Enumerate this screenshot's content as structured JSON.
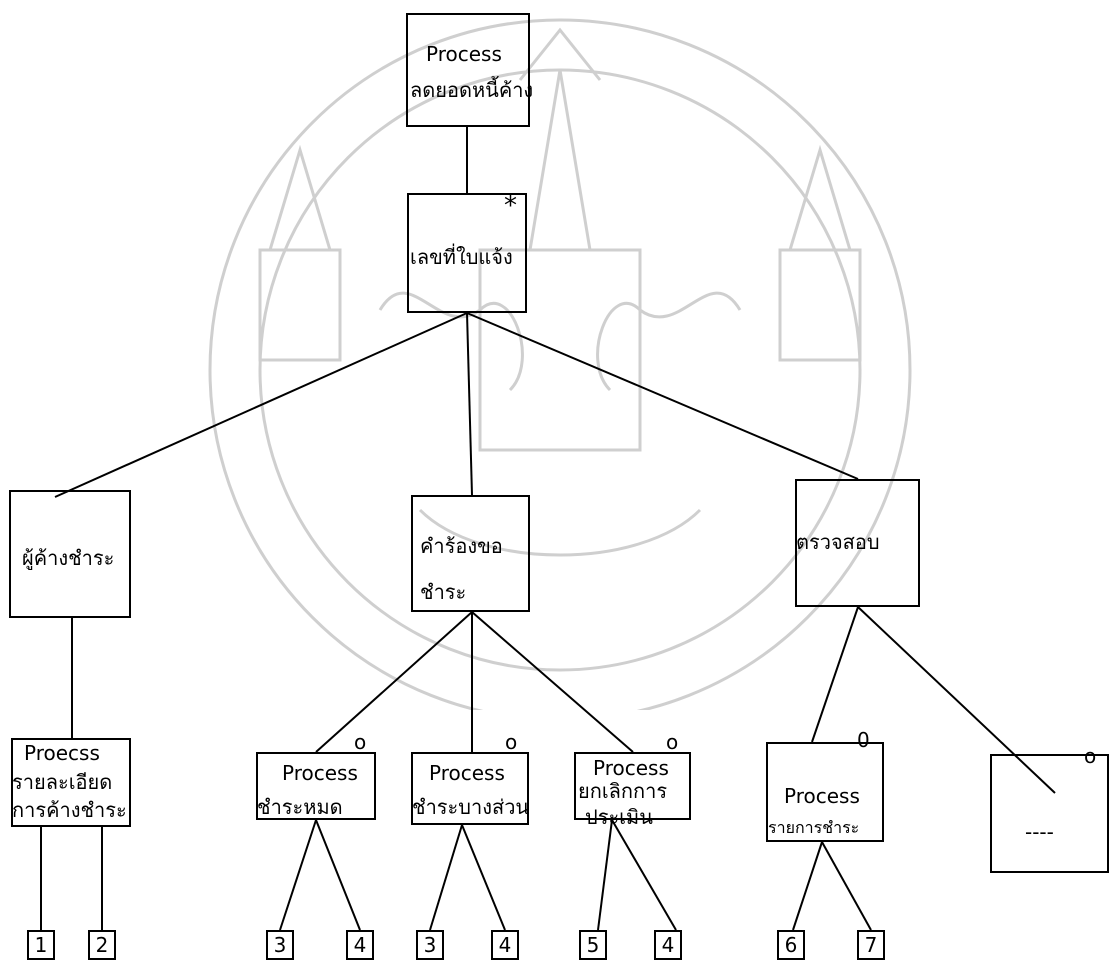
{
  "root": {
    "line1": "Process",
    "line2": "ลดยอดหนี้ค้าง"
  },
  "level1": {
    "label": "เลขที่ใบแจ้ง",
    "marker": "*"
  },
  "level2": {
    "left": {
      "label": "ผู้ค้างชำระ"
    },
    "middle": {
      "line1": "คำร้องขอ",
      "line2": "ชำระ"
    },
    "right": {
      "label": "ตรวจสอบ"
    }
  },
  "level3": [
    {
      "line1": "Proecss",
      "line2": "รายละเอียด",
      "line3": "การค้างชำระ",
      "marker": ""
    },
    {
      "line1": "Process",
      "line2": "ชำระหมด",
      "marker": "o"
    },
    {
      "line1": "Process",
      "line2": "ชำระบางส่วน",
      "marker": "o"
    },
    {
      "line1": "Process",
      "line2": "ยกเลิกการ",
      "line3": "ประเมิน",
      "marker": "o"
    },
    {
      "line1": "Process",
      "line2": "รายการชำระ",
      "marker": "0"
    },
    {
      "line1": "----",
      "marker": "o"
    }
  ],
  "leaves": [
    "1",
    "2",
    "3",
    "4",
    "3",
    "4",
    "5",
    "4",
    "6",
    "7"
  ],
  "colors": {
    "line": "#000000",
    "watermark": "#c8c8c8",
    "background": "#ffffff"
  }
}
